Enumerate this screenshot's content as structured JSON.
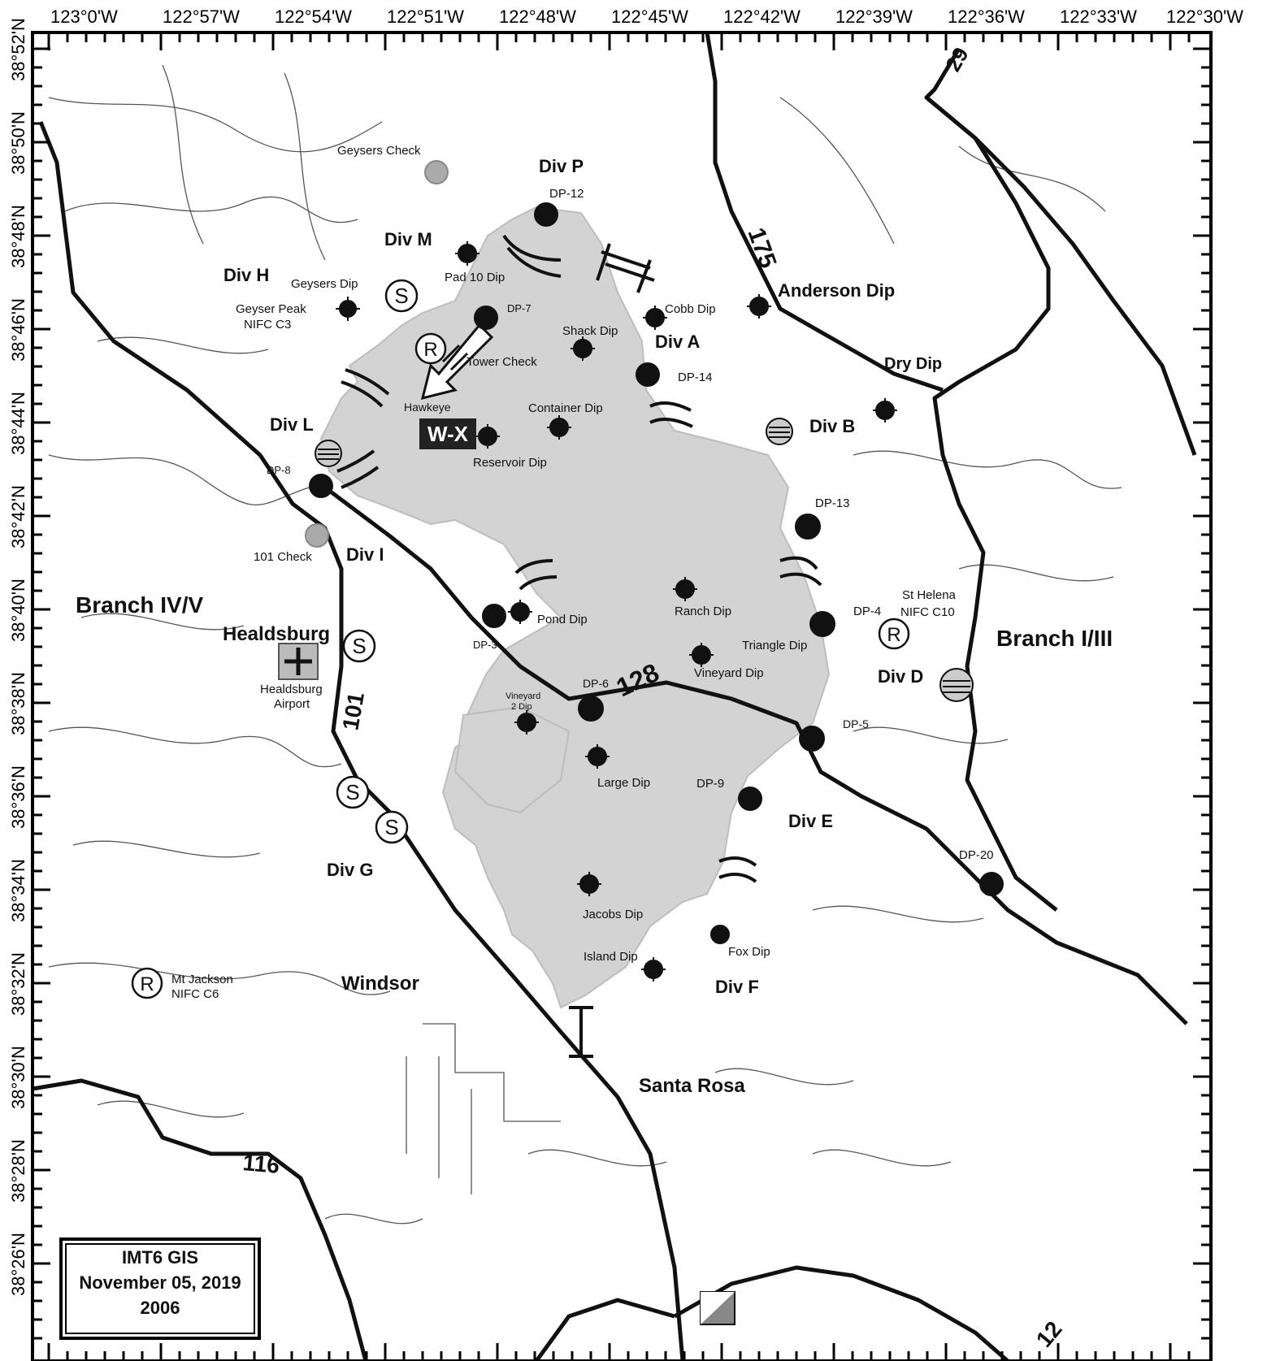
{
  "map": {
    "lon_labels": [
      "123°0'W",
      "122°57'W",
      "122°54'W",
      "122°51'W",
      "122°48'W",
      "122°45'W",
      "122°42'W",
      "122°39'W",
      "122°36'W",
      "122°33'W",
      "122°30'W"
    ],
    "lat_labels": [
      "38°52'N",
      "38°50'N",
      "38°48'N",
      "38°46'N",
      "38°44'N",
      "38°42'N",
      "38°40'N",
      "38°38'N",
      "38°36'N",
      "38°34'N",
      "38°32'N",
      "38°30'N",
      "38°28'N",
      "38°26'N"
    ],
    "branches": {
      "west": "Branch IV/V",
      "east": "Branch I/III"
    },
    "divisions": {
      "H": "Div H",
      "P": "Div P",
      "M": "Div M",
      "A": "Div A",
      "B": "Div B",
      "L": "Div L",
      "I": "Div I",
      "D": "Div D",
      "E": "Div E",
      "G": "Div G",
      "F": "Div F"
    },
    "towns": {
      "healdsburg": "Healdsburg",
      "windsor": "Windsor",
      "santa_rosa": "Santa Rosa"
    },
    "places": {
      "geysers_check": "Geysers Check",
      "dp12": "DP-12",
      "pad10": "Pad 10 Dip",
      "geysers_dip": "Geysers Dip",
      "geyser_peak_1": "Geyser Peak",
      "geyser_peak_2": "NIFC C3",
      "dp7": "DP-7",
      "cobb_dip": "Cobb Dip",
      "anderson_dip": "Anderson Dip",
      "shack_dip": "Shack Dip",
      "tower_check": "Tower Check",
      "dp14": "DP-14",
      "dry_dip": "Dry Dip",
      "hawkeye": "Hawkeye",
      "container_dip": "Container Dip",
      "reservoir_dip": "Reservoir Dip",
      "wx": "W-X",
      "dp8": "DP-8",
      "dp13": "DP-13",
      "check101": "101 Check",
      "ranch_dip": "Ranch Dip",
      "pond_dip": "Pond Dip",
      "dp3": "DP-3",
      "st_helena_1": "St Helena",
      "st_helena_2": "NIFC C10",
      "dp4": "DP-4",
      "triangle_dip": "Triangle Dip",
      "healdsburg_airport_1": "Healdsburg",
      "healdsburg_airport_2": "Airport",
      "dp6": "DP-6",
      "vineyard_dip": "Vineyard Dip",
      "vineyard2_1": "Vineyard",
      "vineyard2_2": "2 Dip",
      "dp5": "DP-5",
      "large_dip": "Large Dip",
      "dp9": "DP-9",
      "dp20": "DP-20",
      "jacobs_dip": "Jacobs Dip",
      "fox_dip": "Fox Dip",
      "island_dip": "Island Dip",
      "mt_jackson_1": "Mt Jackson",
      "mt_jackson_2": "NIFC C6"
    },
    "routes": {
      "r29": "29",
      "r175": "175",
      "r128": "128",
      "r101": "101",
      "r116": "116",
      "r12": "12"
    },
    "symbols": {
      "staging": "S",
      "rehab": "R"
    },
    "legend_box": {
      "line1": "IMT6 GIS",
      "line2": "November 05, 2019",
      "line3": "2006"
    },
    "colors": {
      "fire_perimeter": "#d3d3d3",
      "road": "#111111",
      "background": "#ffffff"
    }
  }
}
